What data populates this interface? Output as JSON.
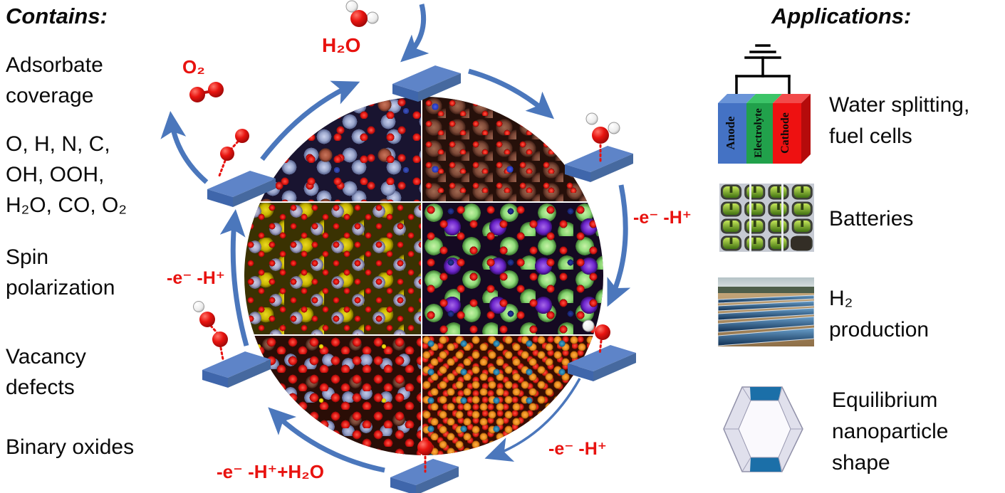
{
  "colors": {
    "arrow_blue": "#4b77bc",
    "slab_blue": "#5e84c8",
    "label_red": "#e8120f",
    "text_black": "#0a0a0a",
    "anode_blue": "#4472c4",
    "electrolyte_green": "#21a14b",
    "cathode_red": "#ee1111",
    "nanoparticle_blue": "#1b6fa8"
  },
  "contains": {
    "title": "Contains:",
    "items": [
      "Adsorbate\ncoverage",
      "O, H, N, C,\nOH, OOH,\nH₂O, CO, O₂",
      "Spin\npolarization",
      "Vacancy\ndefects",
      "Binary oxides"
    ]
  },
  "cycle": {
    "h2o_label": "H₂O",
    "o2_label": "O₂",
    "steps": {
      "right": "-e⁻ -H⁺",
      "bottom_right": "-e⁻ -H⁺",
      "bottom_left": "-e⁻ -H⁺+H₂O",
      "left": "-e⁻ -H⁺"
    },
    "icons": [
      "water-molecule",
      "oxygen-molecule",
      "catalyst-slab",
      "surface-structure-collage",
      "cycle-arrow"
    ]
  },
  "applications": {
    "title": "Applications:",
    "items": [
      {
        "icon": "electrochemical-cell-icon",
        "label": "Water splitting,\nfuel cells",
        "cell_labels": [
          "Anode",
          "Electrolyte",
          "Cathode"
        ]
      },
      {
        "icon": "battery-pack-photo",
        "label": "Batteries"
      },
      {
        "icon": "solar-farm-photo",
        "label": "H₂\nproduction"
      },
      {
        "icon": "hexagonal-nanoparticle-icon",
        "label": "Equilibrium\nnanoparticle\nshape"
      }
    ]
  }
}
